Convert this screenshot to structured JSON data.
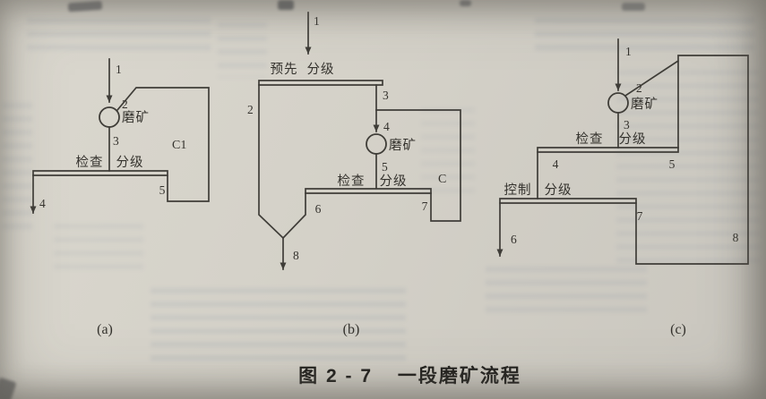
{
  "figure": {
    "caption_label": "图 2 - 7",
    "caption_title": "一段磨矿流程"
  },
  "colors": {
    "ink": "#3f3d38",
    "paper": "#d4d1c8"
  },
  "flowsheet_a": {
    "sublabel": "(a)",
    "stream_1": "1",
    "stream_2": "2",
    "stream_3": "3",
    "stream_4": "4",
    "stream_5": "5",
    "mill": "磨矿",
    "check_word": "检查",
    "grade_word": "分级",
    "load": "C1"
  },
  "flowsheet_b": {
    "sublabel": "(b)",
    "pre_word": "预先",
    "pre_grade_word": "分级",
    "stream_1": "1",
    "stream_2": "2",
    "stream_3": "3",
    "stream_4": "4",
    "stream_5": "5",
    "stream_6": "6",
    "stream_7": "7",
    "stream_8": "8",
    "mill": "磨矿",
    "check_word": "检查",
    "grade_word": "分级",
    "load": "C"
  },
  "flowsheet_c": {
    "sublabel": "(c)",
    "stream_1": "1",
    "stream_2": "2",
    "stream_3": "3",
    "stream_4": "4",
    "stream_5": "5",
    "stream_6": "6",
    "stream_7": "7",
    "stream_8": "8",
    "mill": "磨矿",
    "check_word": "检查",
    "check_grade_word": "分级",
    "control_word": "控制",
    "control_grade_word": "分级"
  }
}
